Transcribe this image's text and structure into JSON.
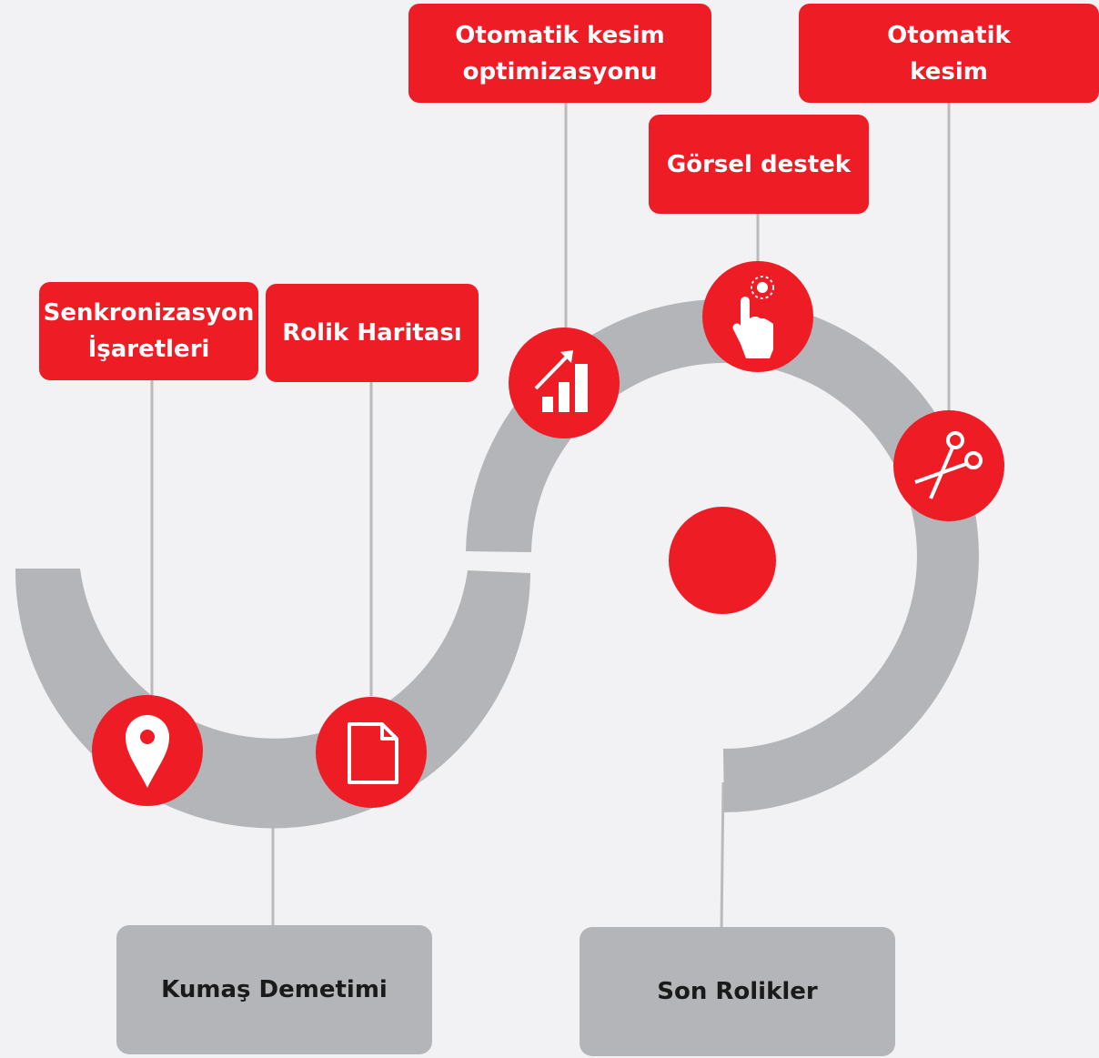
{
  "colors": {
    "accent": "#ee1c25",
    "track": "#b4b5b8",
    "connector": "#b9babd",
    "background": "#f2f2f4",
    "icon": "#ffffff"
  },
  "features": {
    "sync": {
      "line1": "Senkronizasyon",
      "line2": "İşaretleri",
      "icon": "map-pin-icon"
    },
    "roll_map": {
      "label": "Rolik Haritası",
      "icon": "document-icon"
    },
    "optimization": {
      "line1": "Otomatik kesim",
      "line2": "optimizasyonu",
      "icon": "growth-chart-icon"
    },
    "visual": {
      "label": "Görsel destek",
      "icon": "touch-hand-icon"
    },
    "auto_cut": {
      "line1": "Otomatik",
      "line2": "kesim",
      "icon": "scissors-icon"
    }
  },
  "stages": {
    "start": "Kumaş Demetimi",
    "end": "Son Rolikler"
  }
}
